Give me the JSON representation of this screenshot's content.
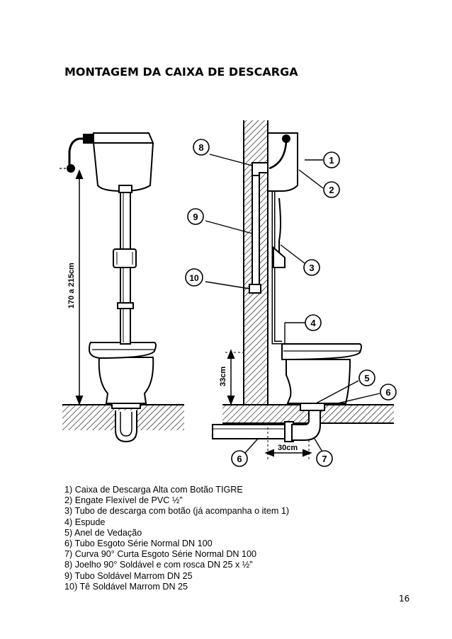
{
  "document": {
    "title": "MONTAGEM DA CAIXA DE DESCARGA",
    "page_number": "16"
  },
  "figure": {
    "height_label": "170  a 215cm",
    "wall_height_label": "33cm",
    "offset_label": "30cm",
    "callouts": [
      "1",
      "2",
      "3",
      "4",
      "5",
      "6",
      "6",
      "7",
      "8",
      "9",
      "10"
    ]
  },
  "legend": {
    "items": [
      "1) Caixa de Descarga Alta com Botão TIGRE",
      "2) Engate Flexível de PVC ½”",
      "3) Tubo de descarga com botão (já acompanha o item 1)",
      "4) Espude",
      "5) Anel de Vedação",
      "6) Tubo Esgoto Série Normal DN 100",
      "7) Curva 90° Curta Esgoto Série Normal DN 100",
      "8) Joelho 90° Soldável e com rosca DN 25 x ½”",
      "9) Tubo Soldável Marrom DN 25",
      "10) Tê Soldável Marrom DN 25"
    ]
  }
}
